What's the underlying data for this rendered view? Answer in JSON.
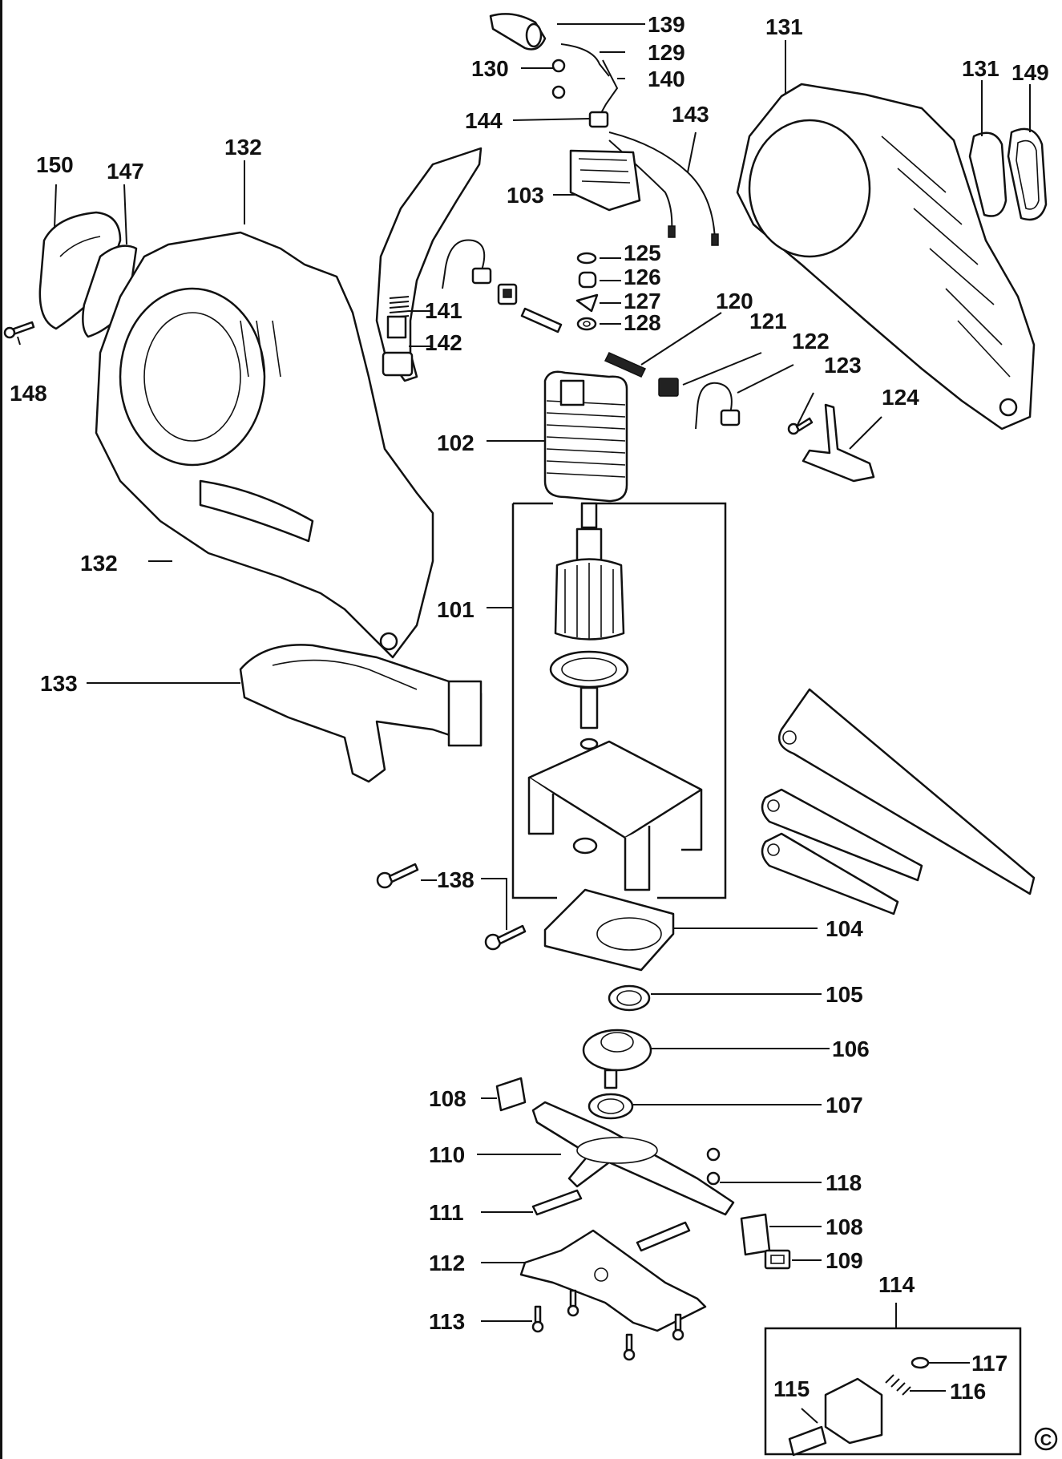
{
  "copyright_mark": "C",
  "callouts": [
    {
      "id": "c139",
      "text": "139"
    },
    {
      "id": "c129",
      "text": "129"
    },
    {
      "id": "c140",
      "text": "140"
    },
    {
      "id": "c130",
      "text": "130"
    },
    {
      "id": "c144",
      "text": "144"
    },
    {
      "id": "c143",
      "text": "143"
    },
    {
      "id": "c103",
      "text": "103"
    },
    {
      "id": "c131a",
      "text": "131"
    },
    {
      "id": "c131b",
      "text": "131"
    },
    {
      "id": "c149",
      "text": "149"
    },
    {
      "id": "c150",
      "text": "150"
    },
    {
      "id": "c147",
      "text": "147"
    },
    {
      "id": "c148",
      "text": "148"
    },
    {
      "id": "c132a",
      "text": "132"
    },
    {
      "id": "c125",
      "text": "125"
    },
    {
      "id": "c126",
      "text": "126"
    },
    {
      "id": "c127",
      "text": "127"
    },
    {
      "id": "c128",
      "text": "128"
    },
    {
      "id": "c141",
      "text": "141"
    },
    {
      "id": "c142",
      "text": "142"
    },
    {
      "id": "c120",
      "text": "120"
    },
    {
      "id": "c121",
      "text": "121"
    },
    {
      "id": "c122",
      "text": "122"
    },
    {
      "id": "c123",
      "text": "123"
    },
    {
      "id": "c124",
      "text": "124"
    },
    {
      "id": "c102",
      "text": "102"
    },
    {
      "id": "c132b",
      "text": "132"
    },
    {
      "id": "c101",
      "text": "101"
    },
    {
      "id": "c133",
      "text": "133"
    },
    {
      "id": "c138",
      "text": "138"
    },
    {
      "id": "c104",
      "text": "104"
    },
    {
      "id": "c105",
      "text": "105"
    },
    {
      "id": "c106",
      "text": "106"
    },
    {
      "id": "c108a",
      "text": "108"
    },
    {
      "id": "c107",
      "text": "107"
    },
    {
      "id": "c110",
      "text": "110"
    },
    {
      "id": "c118",
      "text": "118"
    },
    {
      "id": "c111",
      "text": "111"
    },
    {
      "id": "c108b",
      "text": "108"
    },
    {
      "id": "c109",
      "text": "109"
    },
    {
      "id": "c112",
      "text": "112"
    },
    {
      "id": "c114",
      "text": "114"
    },
    {
      "id": "c113",
      "text": "113"
    },
    {
      "id": "c117",
      "text": "117"
    },
    {
      "id": "c115",
      "text": "115"
    },
    {
      "id": "c116",
      "text": "116"
    }
  ]
}
